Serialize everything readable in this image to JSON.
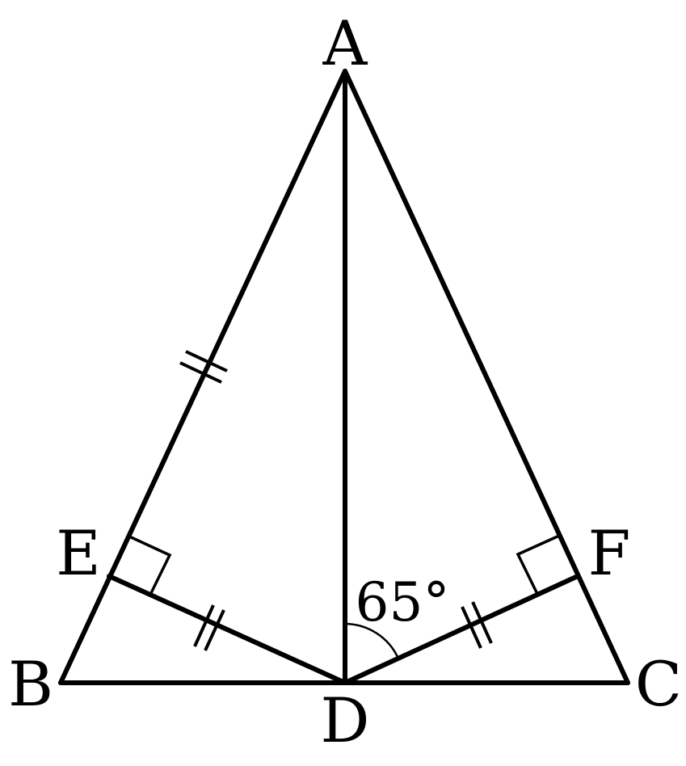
{
  "figure": {
    "kind": "geometry-diagram",
    "points": {
      "A": "A",
      "B": "B",
      "C": "C",
      "D": "D",
      "E": "E",
      "F": "F"
    },
    "angle_label": "65°",
    "segments": [
      "AB",
      "AC",
      "BC",
      "AD",
      "DE",
      "DF"
    ],
    "right_angles": [
      "AED",
      "AFD"
    ],
    "equal_marks": [
      "AE",
      "DE",
      "DF"
    ],
    "marked_angle": "ADF"
  }
}
